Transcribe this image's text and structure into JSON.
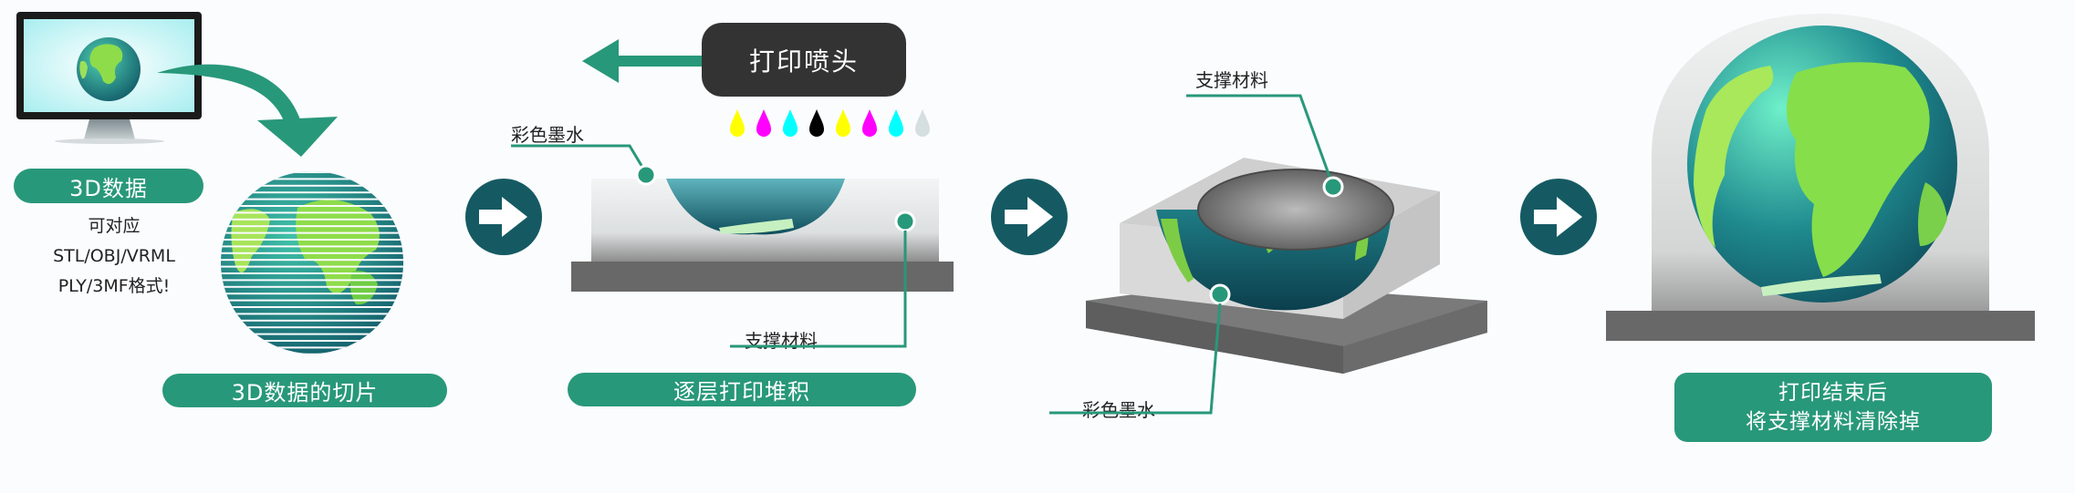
{
  "steps": [
    {
      "id": "3d-data",
      "label": "3D数据",
      "note_lines": [
        "可对应",
        "STL/OBJ/VRML",
        "PLY/3MF格式!"
      ]
    },
    {
      "id": "slicing",
      "label": "3D数据的切片"
    },
    {
      "id": "layer-printing",
      "label": "逐层打印堆积",
      "print_head_label": "打印喷头",
      "callouts": {
        "color_ink": "彩色墨水",
        "support_material": "支撑材料"
      },
      "ink_drops": [
        "#ffff00",
        "#ff00ff",
        "#00ffff",
        "#000000",
        "#ffff00",
        "#ff00ff",
        "#00ffff",
        "#d5dfdf"
      ]
    },
    {
      "id": "printed-in-support",
      "callouts": {
        "support_material": "支撑材料",
        "color_ink": "彩色墨水"
      }
    },
    {
      "id": "remove-support",
      "label_lines": [
        "打印结束后",
        "将支撑材料清除掉"
      ]
    }
  ],
  "colors": {
    "accent_green": "#28987a",
    "step_arrow": "#155a63",
    "print_head": "#333333",
    "base_gray": "#686868",
    "background": "#fbfcfe"
  },
  "icons": {
    "step_arrow": "arrow-right-circle-icon",
    "move_arrow": "arrow-left-icon",
    "flow_arrow": "curved-arrow-down-icon"
  }
}
